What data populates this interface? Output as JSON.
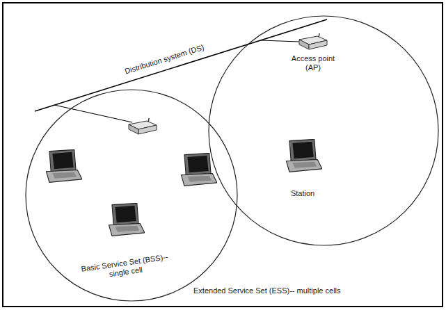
{
  "diagram": {
    "nodes": [
      {
        "text": [
          "Basic Service Set (BSS)-- single cell"
        ]
      },
      {
        "text": [
          "Access point (AP)"
        ]
      },
      {
        "text": [
          "Station"
        ]
      }
    ],
    "labels": [
      "Distribution system (DS)",
      "Extended Service Set (ESS)-- multiple cells"
    ]
  }
}
